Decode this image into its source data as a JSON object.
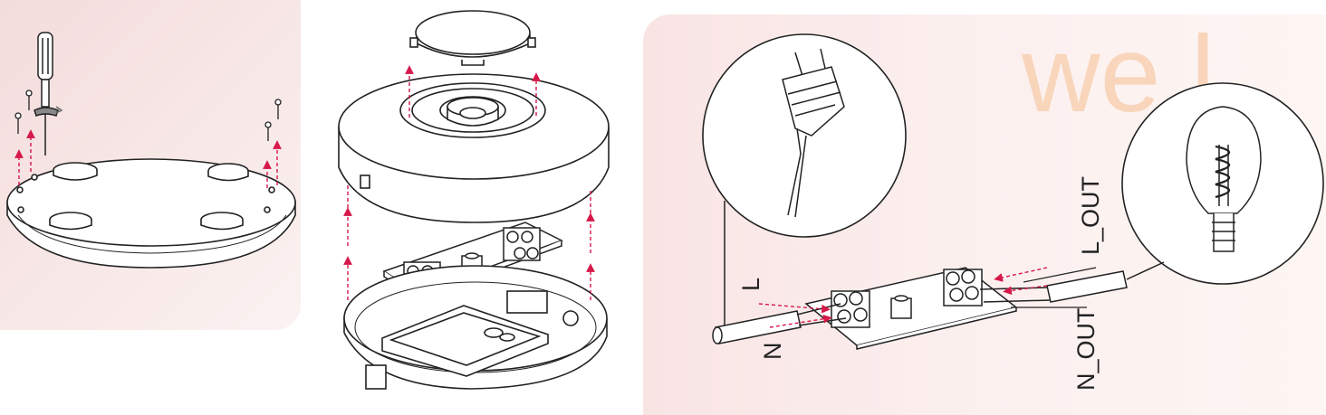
{
  "colors": {
    "arrow": "#d6184a",
    "line": "#222222",
    "panel_left": "#f3dcdc",
    "panel_right": "#f9e4e4",
    "watermark": "#f8d2b6"
  },
  "watermark": "we l",
  "wiring": {
    "labels": {
      "live_in": "L",
      "neutral_in": "N",
      "live_out": "L_OUT",
      "neutral_out": "N_OUT"
    }
  },
  "icons": [
    "screwdriver-icon",
    "screw-icon",
    "plug-icon",
    "lightbulb-icon",
    "terminal-block-icon",
    "arrow-up-icon"
  ]
}
